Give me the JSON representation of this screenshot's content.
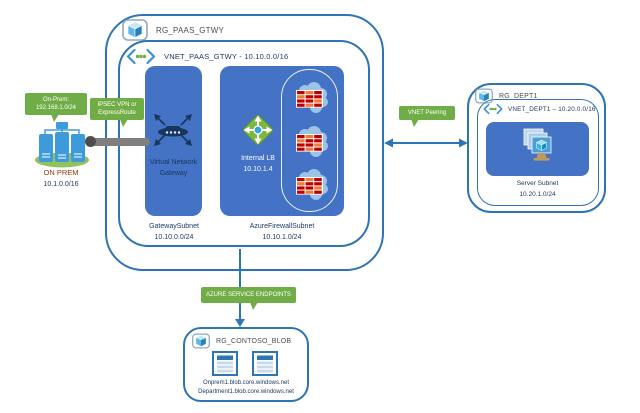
{
  "colors": {
    "border_blue": "#2E74B5",
    "subnet_blue": "#4472C4",
    "callout_green": "#70AD47",
    "navy_text": "#17375E",
    "onprem_text": "#843C0C",
    "brick_red": "#C00000",
    "brick_orange": "#ED7D31"
  },
  "icons": {
    "resource_group": "azure-cube-in-rounded-frame",
    "vnet": "chevrons-with-green-dots",
    "virtual_network_gateway": "gateway-device-with-outward-arrows",
    "load_balancer": "green-diamond-with-cross-arrows",
    "firewall": "cloud-with-brick-wall",
    "onprem_servers": "server-towers-on-green-base",
    "virtual_machines": "stacked-monitors-with-cube",
    "blob_storage": "striped-table"
  },
  "onprem": {
    "callout": "On-Prem: 192.168.1.0/24",
    "name": "ON PREM",
    "cidr": "10.1.0.0/16"
  },
  "tunnel": {
    "callout": "IPSEC VPN or ExpressRoute"
  },
  "rg_paas": {
    "title": "RG_PAAS_GTWY",
    "vnet": {
      "title": "VNET_PAAS_GTWY - 10.10.0.0/16",
      "gateway_subnet": {
        "resource": "Virtual Network Gateway",
        "name": "GatewaySubnet",
        "cidr": "10.10.0.0/24"
      },
      "firewall_subnet": {
        "lb_name": "Internal LB",
        "lb_ip": "10.10.1.4",
        "name": "AzureFirewallSubnet",
        "cidr": "10.10.1.0/24"
      }
    }
  },
  "peering": {
    "label": "VNET Peering"
  },
  "rg_dept1": {
    "title": "RG_DEPT1",
    "vnet": {
      "title": "VNET_DEPT1 – 10.20.0.0/16",
      "server_subnet": {
        "name": "Server Subnet",
        "cidr": "10.20.1.0/24"
      }
    }
  },
  "service_endpoints": {
    "label": "AZURE SERVICE ENDPOINTS"
  },
  "rg_blob": {
    "title": "RG_CONTOSO_BLOB",
    "urls": [
      "Onprem1.blob.core.windows.net",
      "Department1.blob.core.windows.net"
    ]
  }
}
